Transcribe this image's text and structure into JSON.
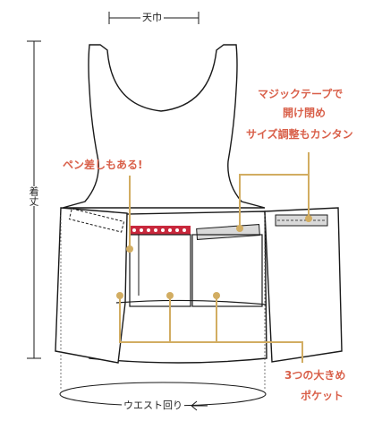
{
  "labels": {
    "top_width": "天巾",
    "length": "着丈",
    "waist": "ウエスト回り",
    "pen_note": "ペン差しもある!",
    "velcro_line1": "マジックテープで",
    "velcro_line2": "開け閉め",
    "velcro_line3": "サイズ調整もカンタン",
    "pocket_line1": "3つの大きめ",
    "pocket_line2": "ポケット"
  },
  "colors": {
    "accent_text": "#d9604a",
    "leader_line": "#d2ad62",
    "garment_outline": "#1a1a1a",
    "pen_holder_red": "#c8283c",
    "velcro_gray": "#d9d9d9"
  }
}
